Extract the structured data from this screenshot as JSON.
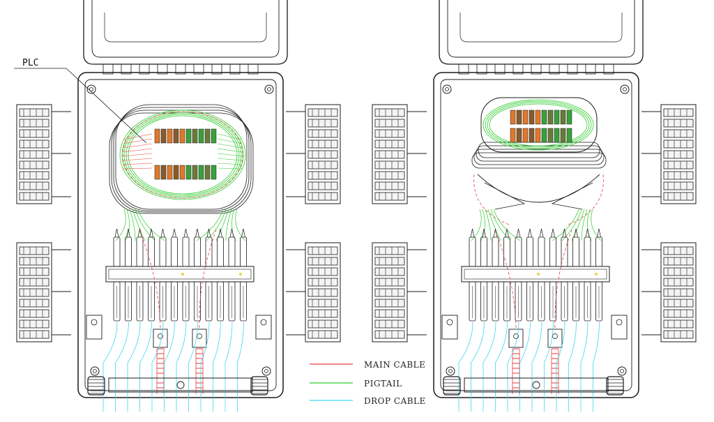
{
  "labels": {
    "plc": "PLC",
    "legend": {
      "main_cable": "MAIN CABLE",
      "pigtail": "PIGTAIL",
      "drop_cable": "DROP CABLE"
    }
  },
  "colors": {
    "main_cable": "#ee3a3a",
    "pigtail": "#2ccc2c",
    "drop_cable": "#3fd6ee",
    "adapter_orange": "#e0782a",
    "adapter_brown": "#8a5a2a",
    "adapter_green": "#3aa03a",
    "line": "#1a1a1a"
  },
  "views": [
    {
      "id": "left",
      "tray": "open",
      "adapters": 12
    },
    {
      "id": "right",
      "tray": "closed",
      "adapters": 12
    }
  ]
}
